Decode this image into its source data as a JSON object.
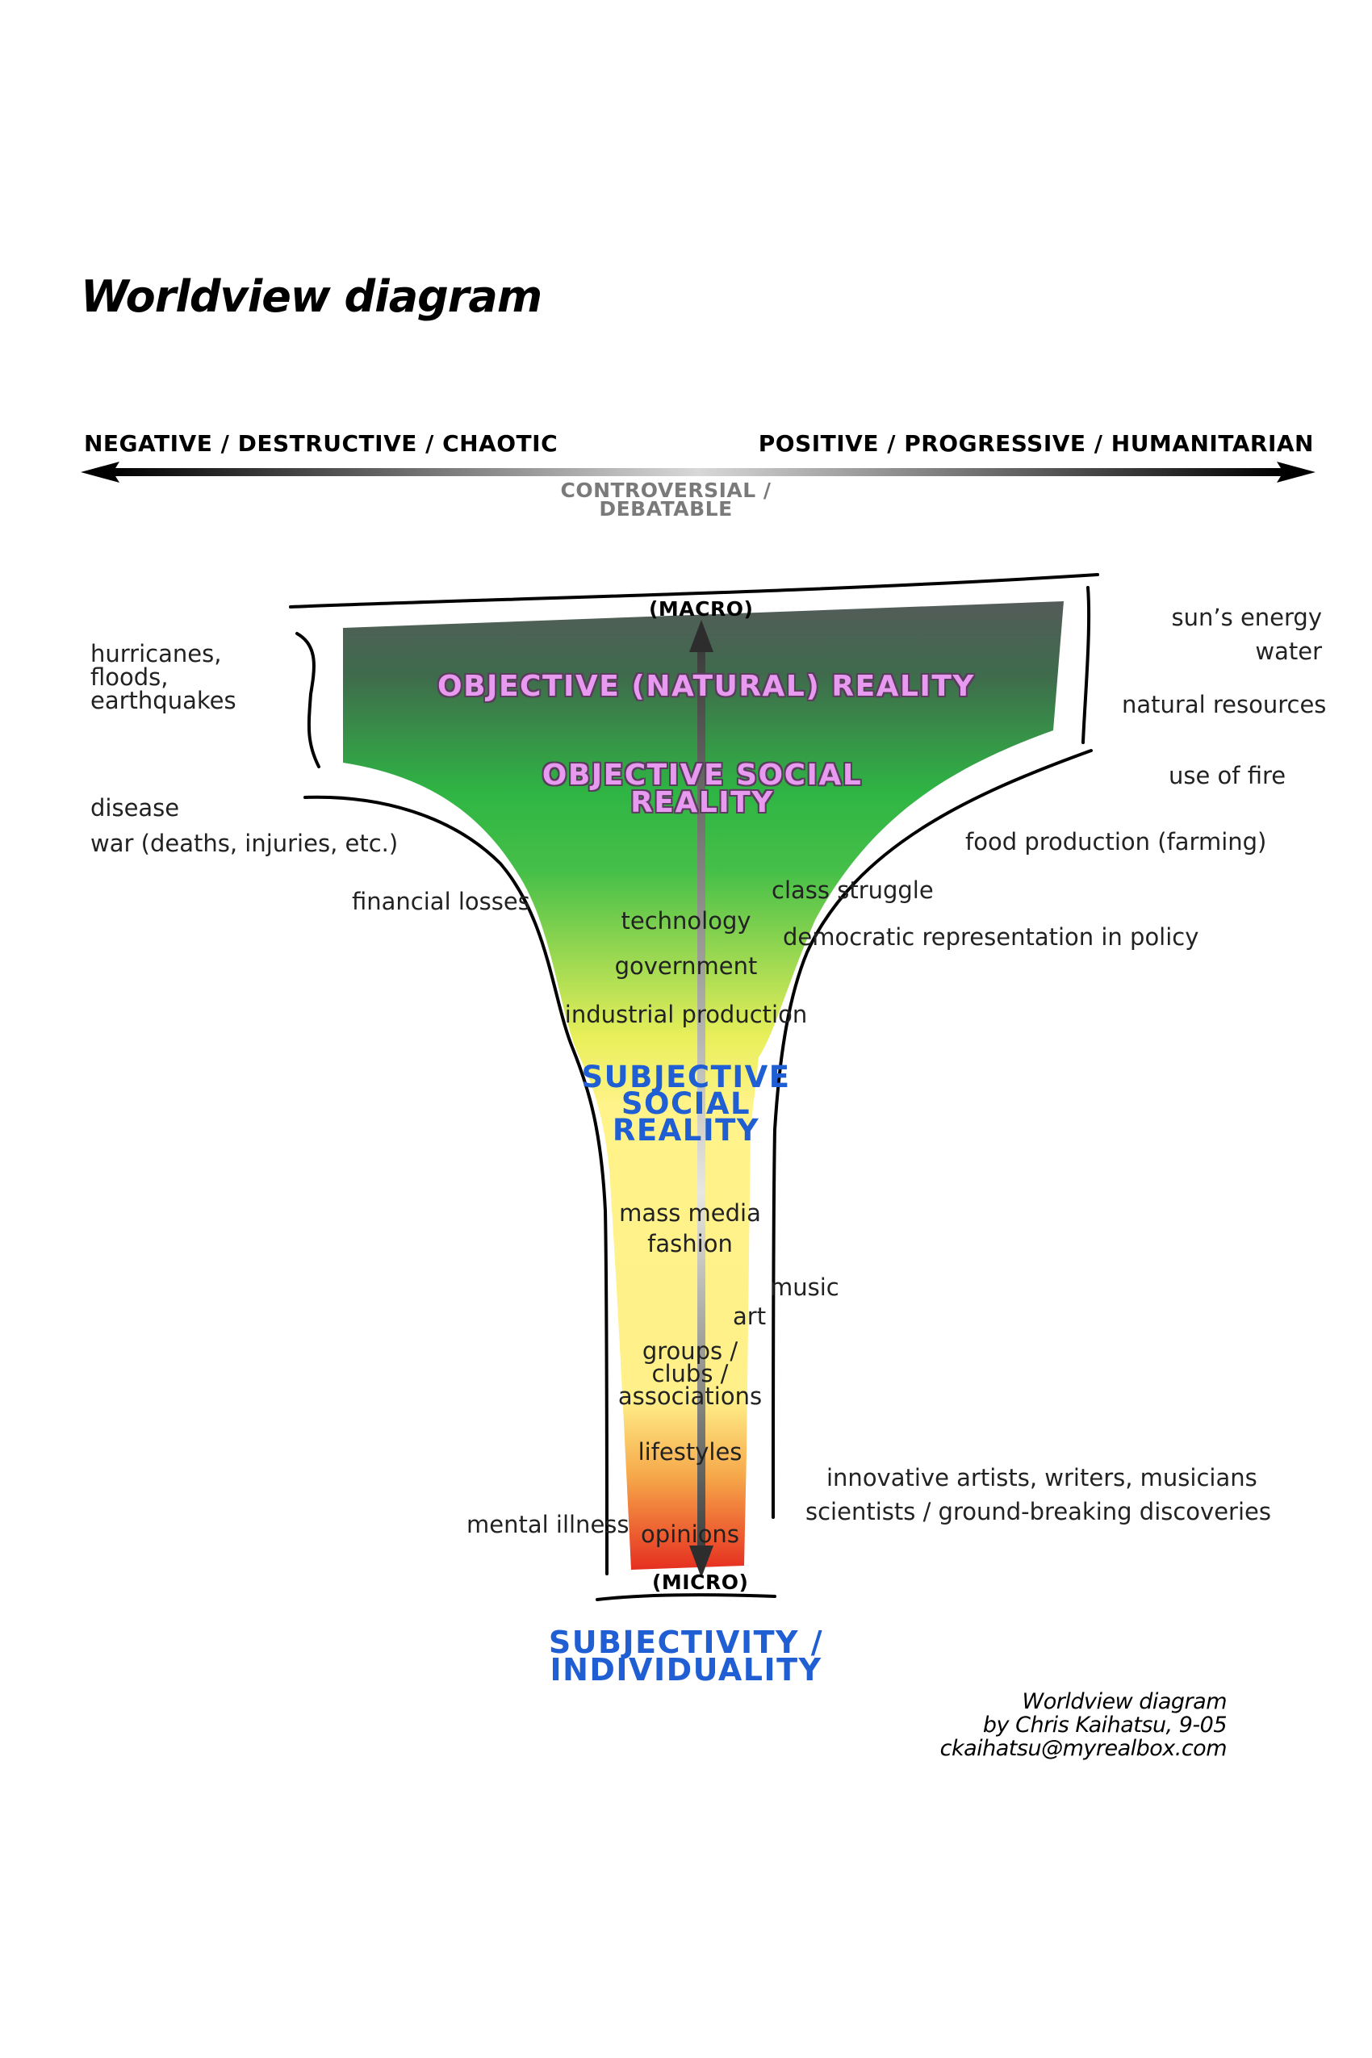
{
  "title": "Worldview diagram",
  "axis": {
    "left_label": "NEGATIVE / DESTRUCTIVE / CHAOTIC",
    "right_label": "POSITIVE / PROGRESSIVE / HUMANITARIAN",
    "center_label_line1": "CONTROVERSIAL /",
    "center_label_line2": "DEBATABLE"
  },
  "funnel": {
    "top_tag": "(MACRO)",
    "bottom_tag": "(MICRO)",
    "regions": {
      "objective_natural": "OBJECTIVE (NATURAL) REALITY",
      "objective_social_line1": "OBJECTIVE SOCIAL",
      "objective_social_line2": "REALITY",
      "subjective_social_line1": "SUBJECTIVE",
      "subjective_social_line2": "SOCIAL",
      "subjective_social_line3": "REALITY"
    },
    "inner_items": {
      "technology": "technology",
      "government": "government",
      "industrial_production": "industrial production",
      "mass_media": "mass media",
      "fashion": "fashion",
      "art": "art",
      "groups_line1": "groups /",
      "groups_line2": "clubs /",
      "groups_line3": "associations",
      "lifestyles": "lifestyles",
      "opinions": "opinions"
    }
  },
  "left_items": {
    "hurricanes_line1": "hurricanes,",
    "hurricanes_line2": "floods,",
    "hurricanes_line3": "earthquakes",
    "disease": "disease",
    "war": "war (deaths, injuries, etc.)",
    "financial_losses": "financial losses",
    "mental_illness": "mental illness"
  },
  "right_items": {
    "suns_energy": "sun’s energy",
    "water": "water",
    "natural_resources": "natural resources",
    "use_of_fire": "use of fire",
    "food_production": "food production (farming)",
    "class_struggle": "class struggle",
    "democratic_representation": "democratic representation in policy",
    "music": "music",
    "innovative_artists": "innovative artists, writers, musicians",
    "scientists": "scientists / ground-breaking discoveries"
  },
  "bottom_label_line1": "SUBJECTIVITY /",
  "bottom_label_line2": "INDIVIDUALITY",
  "credit": {
    "line1": "Worldview diagram",
    "line2": "by Chris Kaihatsu, 9-05",
    "line3": "ckaihatsu@myrealbox.com"
  },
  "colors": {
    "top_gray": "#555a5a",
    "green": "#2fb544",
    "yellow": "#fff38a",
    "red": "#e52a1e",
    "region_pink": "#e79af0",
    "region_blue": "#1f5ed3"
  }
}
